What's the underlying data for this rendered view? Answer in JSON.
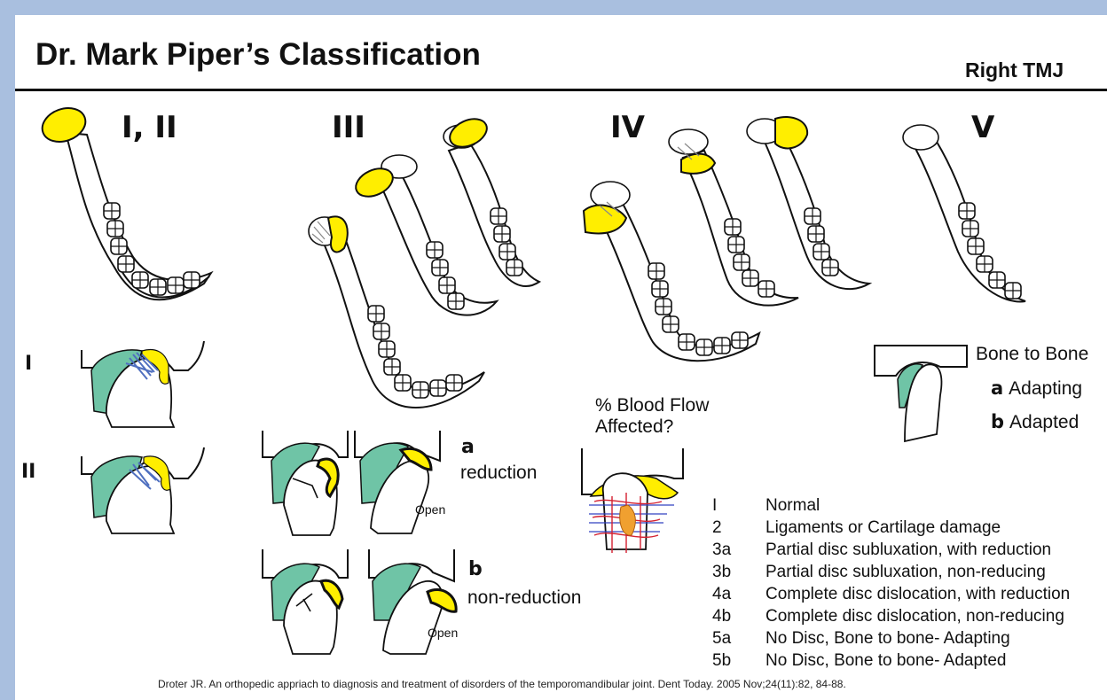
{
  "title": "Dr. Mark Piper’s Classification",
  "subtitle": "Right TMJ",
  "stages": {
    "i_ii": "I, II",
    "iii": "III",
    "iv": "IV",
    "v": "V"
  },
  "left_labels": {
    "i": "I",
    "ii": "II"
  },
  "stage_iii_panels": {
    "a_letter": "a",
    "a_text": "reduction",
    "b_letter": "b",
    "b_text": "non-reduction",
    "open_label_1": "Open",
    "open_label_2": "Open"
  },
  "blood_flow": "% Blood Flow Affected?",
  "stage_v_panel": {
    "heading": "Bone to Bone",
    "a_letter": "a",
    "a_text": "Adapting",
    "b_letter": "b",
    "b_text": "Adapted"
  },
  "legend": [
    {
      "code": "I",
      "desc": "Normal"
    },
    {
      "code": "2",
      "desc": "Ligaments or Cartilage damage"
    },
    {
      "code": "3a",
      "desc": "Partial disc subluxation, with reduction"
    },
    {
      "code": "3b",
      "desc": "Partial disc subluxation, non-reducing"
    },
    {
      "code": "4a",
      "desc": "Complete disc dislocation, with reduction"
    },
    {
      "code": "4b",
      "desc": "Complete disc dislocation, non-reducing"
    },
    {
      "code": "5a",
      "desc": " No Disc, Bone to bone- Adapting"
    },
    {
      "code": "5b",
      "desc": " No Disc, Bone to bone- Adapted"
    }
  ],
  "citation": "Droter JR. An orthopedic appriach to diagnosis and treatment of disorders of the temporomandibular joint. Dent Today. 2005 Nov;24(11):82, 84-88.",
  "colors": {
    "frame": "#a9bfdf",
    "disc_yellow": "#ffee00",
    "cartilage_green": "#6fc4a6",
    "ligament_blue": "#4f6fbf"
  }
}
